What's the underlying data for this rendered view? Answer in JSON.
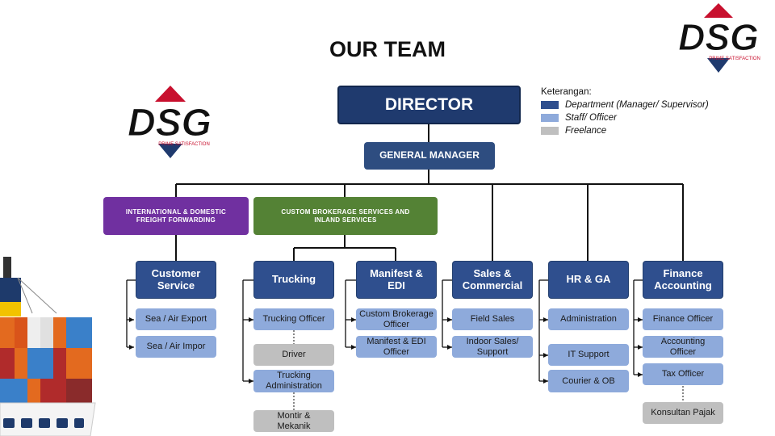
{
  "title": "OUR TEAM",
  "logo": {
    "text": "DSG",
    "tagline": "PRIME SATISFACTION",
    "colors": {
      "red": "#c8102e",
      "blue": "#1f3a6e",
      "black": "#111111"
    }
  },
  "legend": {
    "heading": "Keterangan:",
    "items": [
      {
        "label": "Department (Manager/ Supervisor)",
        "color": "#2f4f8e"
      },
      {
        "label": "Staff/ Officer",
        "color": "#8eaadb"
      },
      {
        "label": "Freelance",
        "color": "#bfbfbf"
      }
    ]
  },
  "director": "DIRECTOR",
  "general_manager": "GENERAL MANAGER",
  "divisions": [
    {
      "label": "INTERNATIONAL  & DOMESTIC FREIGHT FORWARDING",
      "color": "#7030a0"
    },
    {
      "label": "CUSTOM BROKERAGE SERVICES AND INLAND SERVICES",
      "color": "#548235"
    }
  ],
  "departments": [
    {
      "label": "Customer Service",
      "staff": [
        "Sea / Air Export",
        "Sea / Air Impor"
      ]
    },
    {
      "label": "Trucking",
      "staff": [
        "Trucking Officer",
        "Trucking Administration"
      ],
      "freelance": [
        "Driver",
        "Montir & Mekanik"
      ]
    },
    {
      "label": "Manifest & EDI",
      "staff": [
        "Custom Brokerage Officer",
        "Manifest & EDI Officer"
      ]
    },
    {
      "label": "Sales & Commercial",
      "staff": [
        "Field Sales",
        "Indoor Sales/ Support"
      ]
    },
    {
      "label": "HR & GA",
      "staff": [
        "Administration",
        "IT Support",
        "Courier & OB"
      ]
    },
    {
      "label": "Finance Accounting",
      "staff": [
        "Finance Officer",
        "Accounting Officer",
        "Tax Officer"
      ],
      "freelance": [
        "Konsultan Pajak"
      ]
    }
  ]
}
